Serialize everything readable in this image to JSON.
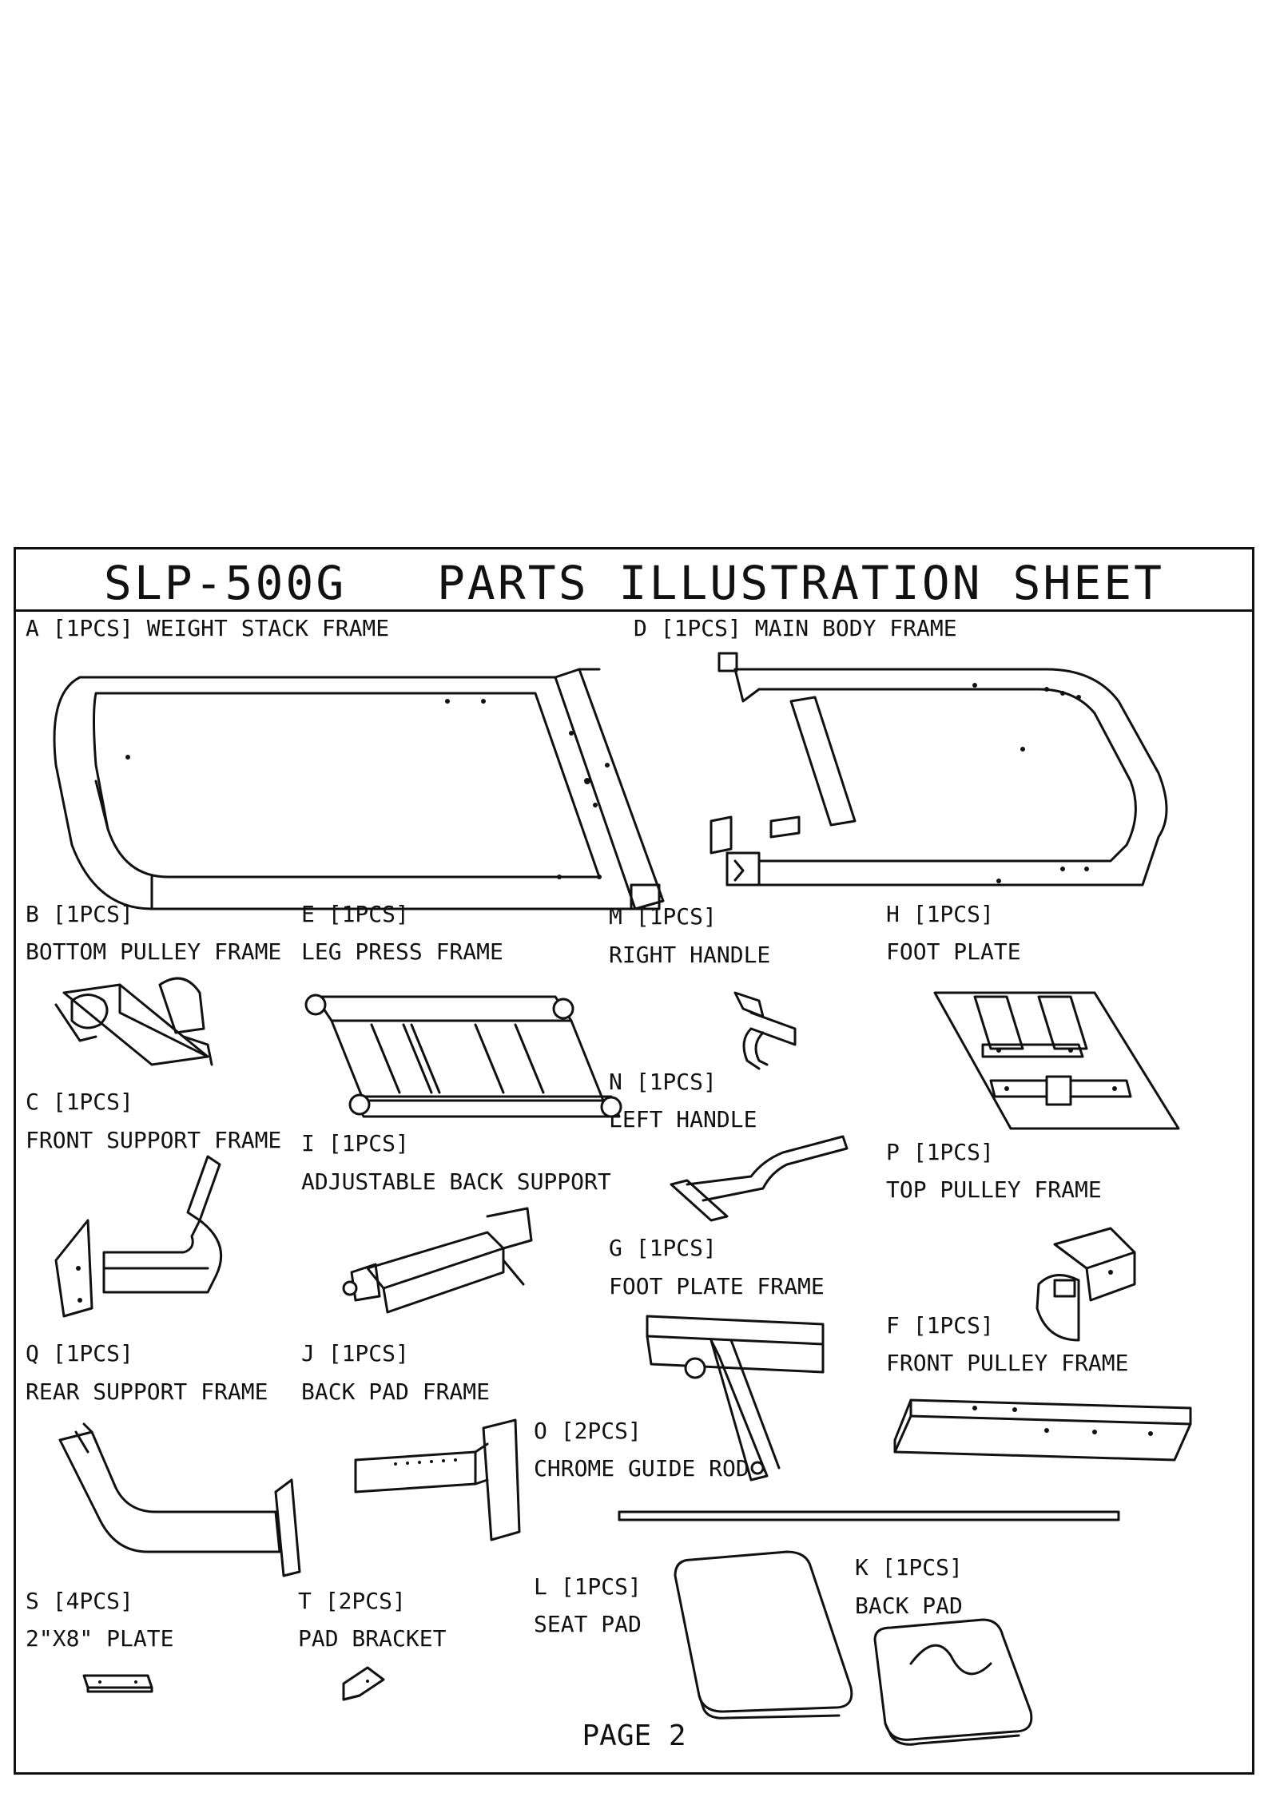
{
  "sheet": {
    "title": "SLP-500G   PARTS ILLUSTRATION SHEET",
    "page_label": "PAGE 2"
  },
  "parts": {
    "A": {
      "code": "A [1PCS] WEIGHT STACK FRAME"
    },
    "D": {
      "code": "D [1PCS] MAIN BODY FRAME"
    },
    "B": {
      "code": "B [1PCS]",
      "name": "BOTTOM PULLEY FRAME"
    },
    "E": {
      "code": "E [1PCS]",
      "name": "LEG PRESS FRAME"
    },
    "M": {
      "code": "M [1PCS]",
      "name": "RIGHT HANDLE"
    },
    "H": {
      "code": "H [1PCS]",
      "name": "FOOT PLATE"
    },
    "C": {
      "code": "C [1PCS]",
      "name": "FRONT SUPPORT FRAME"
    },
    "N": {
      "code": "N [1PCS]",
      "name": "LEFT HANDLE"
    },
    "I": {
      "code": "I [1PCS]",
      "name": "ADJUSTABLE BACK SUPPORT"
    },
    "P": {
      "code": "P [1PCS]",
      "name": "TOP PULLEY FRAME"
    },
    "G": {
      "code": "G [1PCS]",
      "name": "FOOT PLATE FRAME"
    },
    "F": {
      "code": "F [1PCS]",
      "name": "FRONT PULLEY FRAME"
    },
    "Q": {
      "code": "Q [1PCS]",
      "name": "REAR SUPPORT FRAME"
    },
    "J": {
      "code": "J [1PCS]",
      "name": "BACK PAD FRAME"
    },
    "O": {
      "code": "O [2PCS]",
      "name": "CHROME GUIDE ROD"
    },
    "K": {
      "code": "K [1PCS]",
      "name": "BACK PAD"
    },
    "L": {
      "code": "L [1PCS]",
      "name": "SEAT PAD"
    },
    "S": {
      "code": "S [4PCS]",
      "name": "2\"X8\" PLATE"
    },
    "T": {
      "code": "T [2PCS]",
      "name": "PAD BRACKET"
    }
  }
}
